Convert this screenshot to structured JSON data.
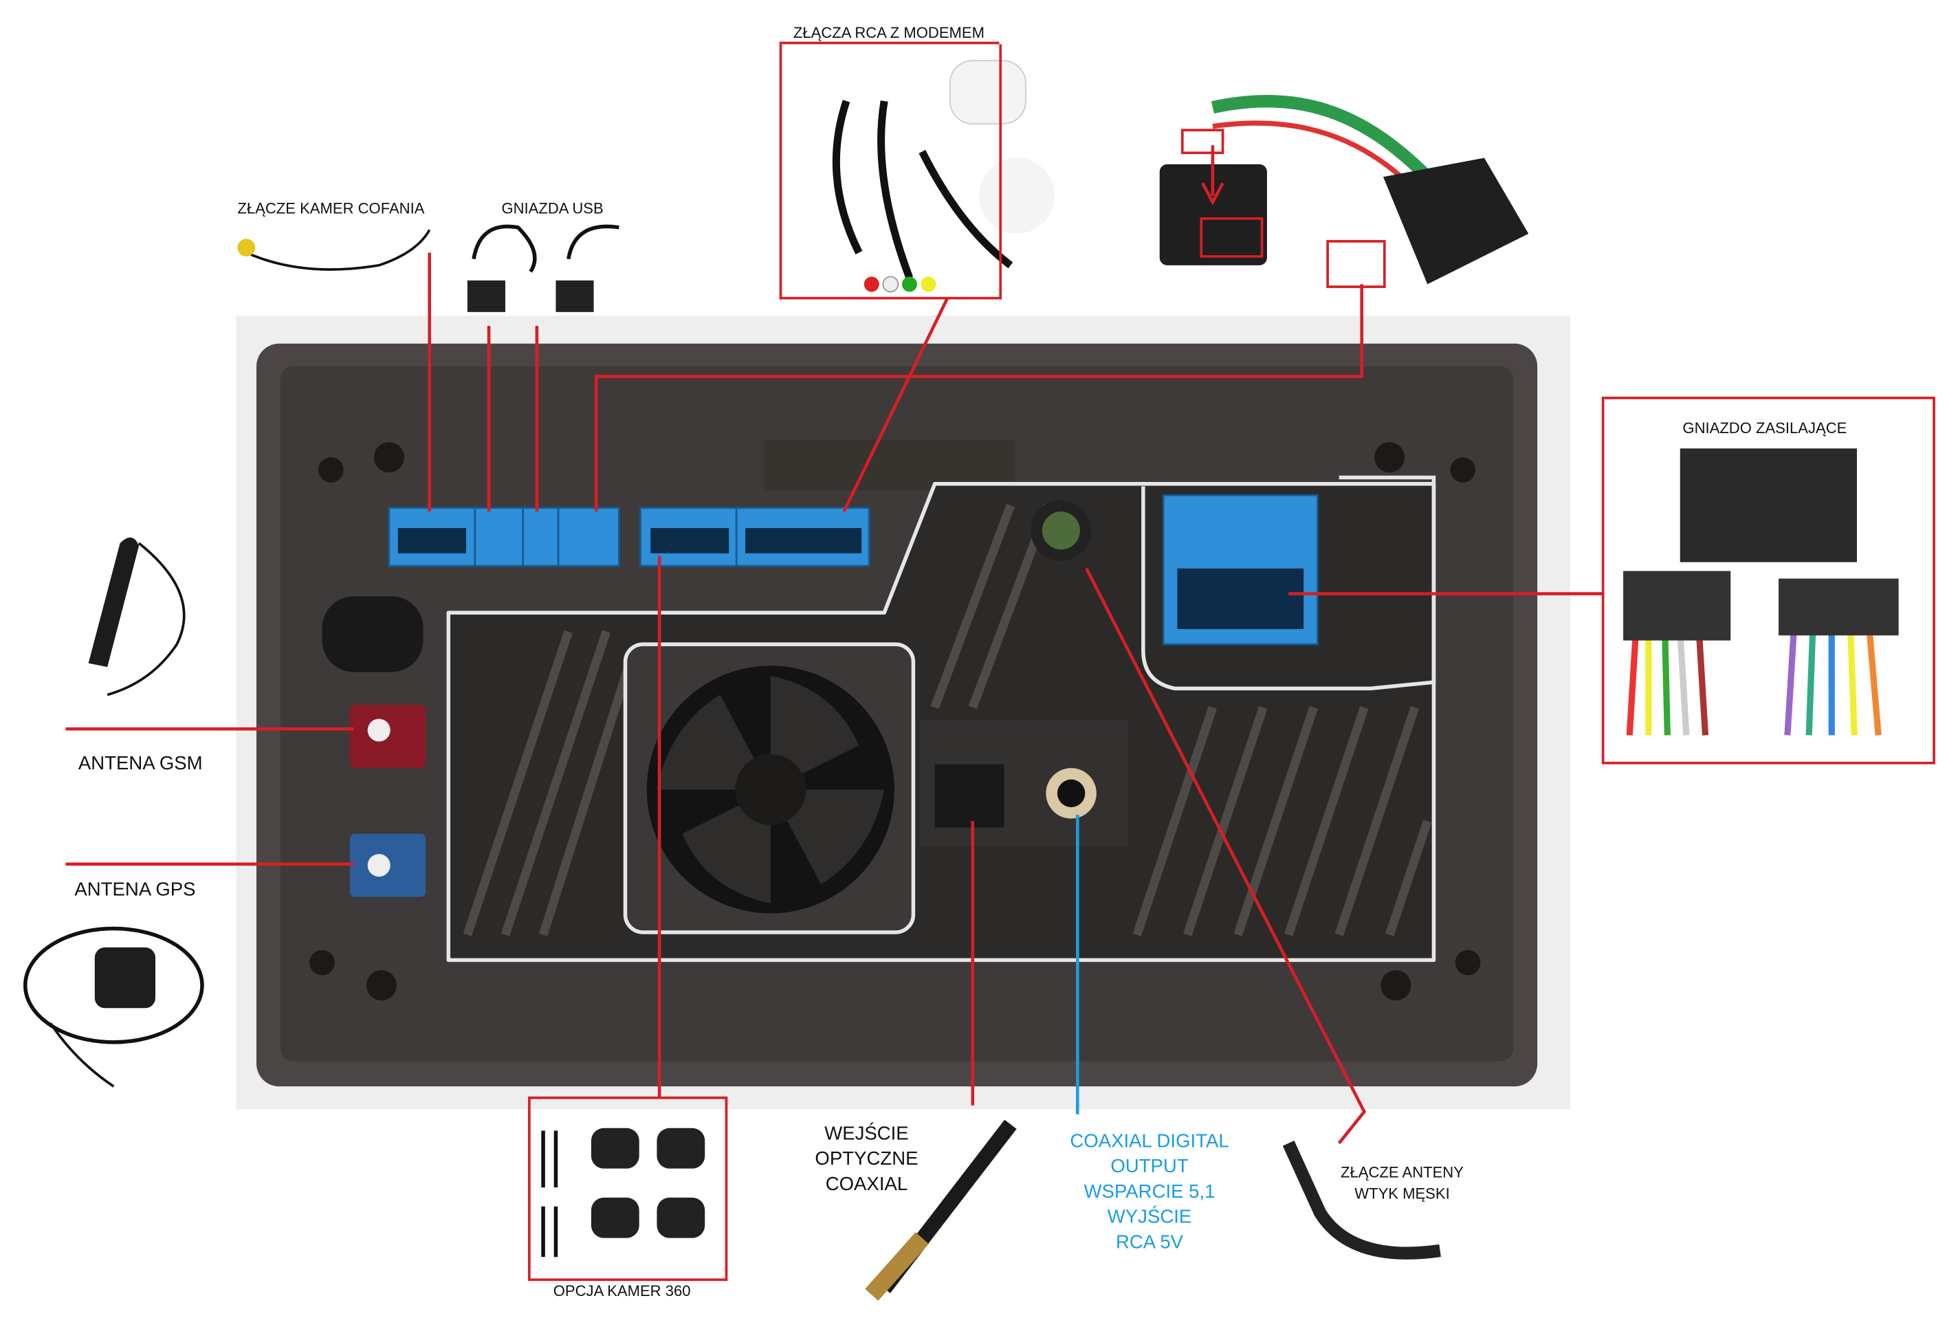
{
  "labels": {
    "rca_modem": "ZŁĄCZA RCA Z MODEMEM",
    "reverse_camera": "ZŁĄCZE KAMER COFANIA",
    "usb_sockets": "GNIAZDA USB",
    "power_socket": "GNIAZDO ZASILAJĄCE",
    "gsm_antenna": "ANTENA GSM",
    "gps_antenna": "ANTENA GPS",
    "camera_360": "OPCJA KAMER 360",
    "optical_lines": [
      "WEJŚCIE",
      "OPTYCZNE",
      "COAXIAL"
    ],
    "coaxial_lines": [
      "COAXIAL DIGITAL",
      "OUTPUT",
      "WSPARCIE 5,1",
      "WYJŚCIE",
      "RCA 5V"
    ],
    "antenna_lines": [
      "ZŁĄCZE ANTENY",
      "WTYK MĘSKI"
    ]
  },
  "colors": {
    "callout": "#d61f26",
    "coaxial": "#1a9de0",
    "connector": "#2f8fd8",
    "chassis": "#4b4645"
  }
}
